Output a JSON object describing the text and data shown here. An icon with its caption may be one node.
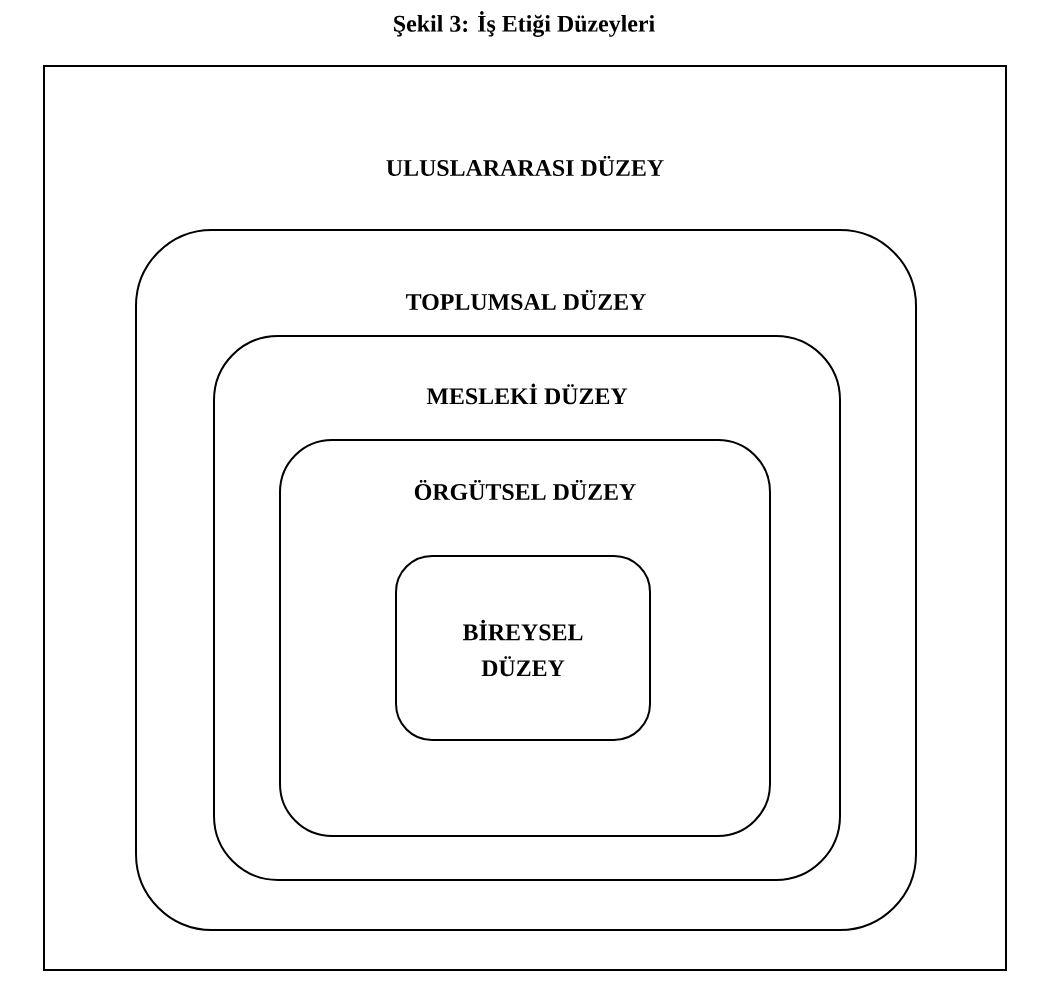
{
  "diagram": {
    "title": "Şekil 3: İş Etiği Düzeyleri",
    "nodes": [
      {
        "text": [
          "ULUSLARARASI DÜZEY"
        ]
      },
      {
        "text": [
          "TOPLUMSAL DÜZEY"
        ],
        "in": 0
      },
      {
        "text": [
          "MESLEKİ DÜZEY"
        ],
        "in": 1
      },
      {
        "text": [
          "ÖRGÜTSEL DÜZEY"
        ],
        "in": 2
      },
      {
        "text": [
          "BİREYSEL DÜZEY"
        ],
        "in": 3
      }
    ]
  }
}
